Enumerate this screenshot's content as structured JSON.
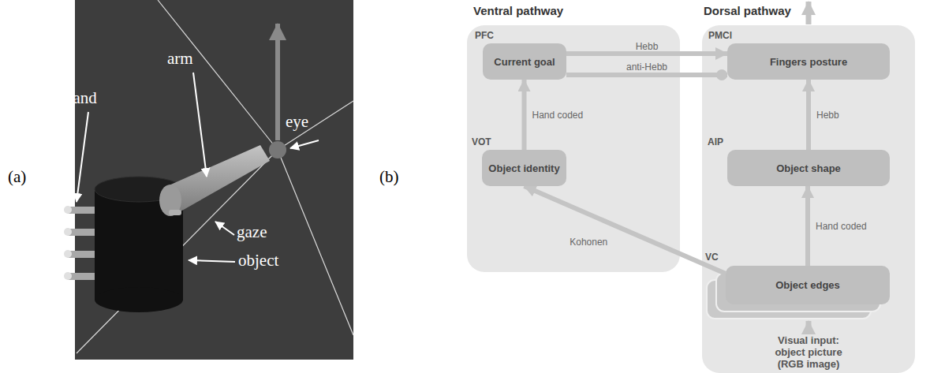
{
  "diagram": {
    "nodes": [
      {
        "text": [
          "Ventral pathway"
        ]
      },
      {
        "text": [
          "Dorsal pathway"
        ]
      },
      {
        "text": [
          "PFC",
          "Current goal"
        ],
        "in": 0
      },
      {
        "text": [
          "PMCl",
          "Fingers posture"
        ],
        "in": 1
      },
      {
        "text": [
          "VOT",
          "Object identity"
        ],
        "in": 0
      },
      {
        "text": [
          "AIP",
          "Object shape"
        ],
        "in": 1
      },
      {
        "text": [
          "VC",
          "Object edges"
        ],
        "in": 1
      }
    ],
    "edges": [
      {
        "from": 2,
        "to": 3,
        "label": "Hebb",
        "arrow": "to"
      },
      {
        "from": 2,
        "to": 3,
        "label": "anti-Hebb",
        "arrow": "to"
      },
      {
        "from": 4,
        "to": 2,
        "label": "Hand coded",
        "arrow": "to"
      },
      {
        "from": 5,
        "to": 3,
        "label": "Hebb",
        "arrow": "to"
      },
      {
        "from": 6,
        "to": 5,
        "label": "Hand coded",
        "arrow": "to"
      },
      {
        "from": 6,
        "to": 4,
        "label": "Kohonen",
        "arrow": "to"
      }
    ],
    "labels": [
      "(a)",
      "(b)",
      "arm",
      "hand",
      "eye",
      "gaze",
      "object",
      "Visual input: object picture (RGB image)"
    ]
  }
}
